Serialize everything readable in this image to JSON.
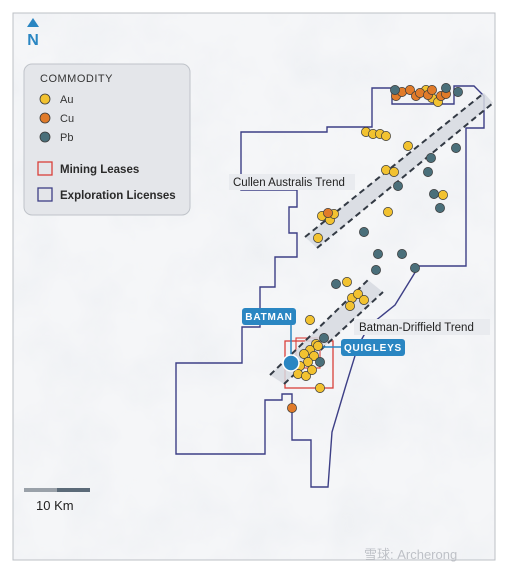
{
  "north_label": "N",
  "legend": {
    "title": "COMMODITY",
    "commodities": [
      {
        "label": "Au",
        "color": "#f2c230"
      },
      {
        "label": "Cu",
        "color": "#e07b2a"
      },
      {
        "label": "Pb",
        "color": "#4a6f7a"
      }
    ],
    "areas": [
      {
        "label": "Mining Leases",
        "color": "#d9403a"
      },
      {
        "label": "Exploration Licenses",
        "color": "#3d3f86"
      }
    ]
  },
  "trends": {
    "cullen": "Cullen Australis Trend",
    "batman_driffield": "Batman-Driffield Trend"
  },
  "callouts": {
    "batman": "BATMAN",
    "quigleys": "QUIGLEYS"
  },
  "scale": {
    "label": "10 Km"
  },
  "watermark": "雪球: Archerong",
  "colors": {
    "exploration_outline": "#3d3f86",
    "mining_outline": "#d9403a",
    "callout_bg": "#2a86c2",
    "trend_fill": "#d6d9e0",
    "trend_dash": "#333a44"
  }
}
